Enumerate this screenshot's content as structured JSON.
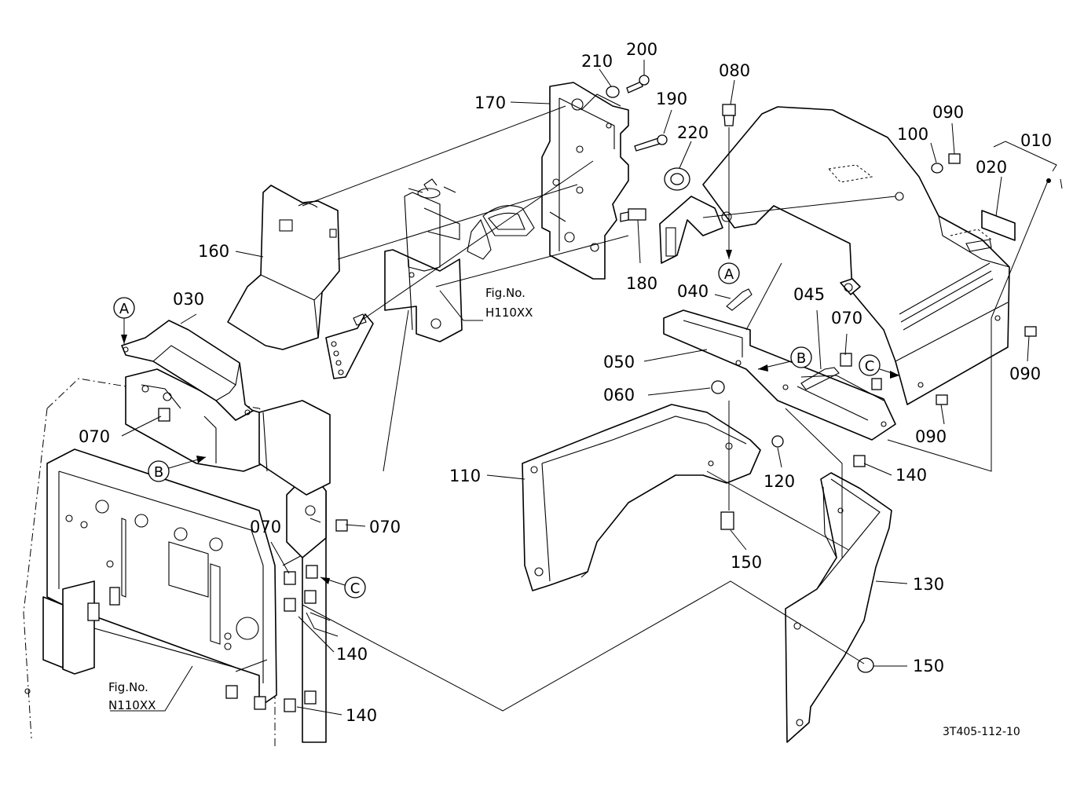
{
  "callouts": [
    {
      "id": "c010",
      "text": "010"
    },
    {
      "id": "c020",
      "text": "020"
    },
    {
      "id": "c030",
      "text": "030"
    },
    {
      "id": "c040",
      "text": "040"
    },
    {
      "id": "c045",
      "text": "045"
    },
    {
      "id": "c050",
      "text": "050"
    },
    {
      "id": "c060",
      "text": "060"
    },
    {
      "id": "c070a",
      "text": "070"
    },
    {
      "id": "c070b",
      "text": "070"
    },
    {
      "id": "c070c",
      "text": "070"
    },
    {
      "id": "c070d",
      "text": "070"
    },
    {
      "id": "c080",
      "text": "080"
    },
    {
      "id": "c090a",
      "text": "090"
    },
    {
      "id": "c090b",
      "text": "090"
    },
    {
      "id": "c090c",
      "text": "090"
    },
    {
      "id": "c100",
      "text": "100"
    },
    {
      "id": "c110",
      "text": "110"
    },
    {
      "id": "c120",
      "text": "120"
    },
    {
      "id": "c130",
      "text": "130"
    },
    {
      "id": "c140a",
      "text": "140"
    },
    {
      "id": "c140b",
      "text": "140"
    },
    {
      "id": "c140c",
      "text": "140"
    },
    {
      "id": "c150a",
      "text": "150"
    },
    {
      "id": "c150b",
      "text": "150"
    },
    {
      "id": "c160",
      "text": "160"
    },
    {
      "id": "c170",
      "text": "170"
    },
    {
      "id": "c180",
      "text": "180"
    },
    {
      "id": "c190",
      "text": "190"
    },
    {
      "id": "c200",
      "text": "200"
    },
    {
      "id": "c210",
      "text": "210"
    },
    {
      "id": "c220",
      "text": "220"
    }
  ],
  "markers": {
    "a_top": "A",
    "a_left": "A",
    "b_left": "B",
    "b_right": "B",
    "c_left": "C",
    "c_right": "C"
  },
  "fig_refs": {
    "h_line1": "Fig.No.",
    "h_line2": "H110XX",
    "n_line1": "Fig.No.",
    "n_line2": "N110XX"
  },
  "drawing_number": "3T405-112-10"
}
